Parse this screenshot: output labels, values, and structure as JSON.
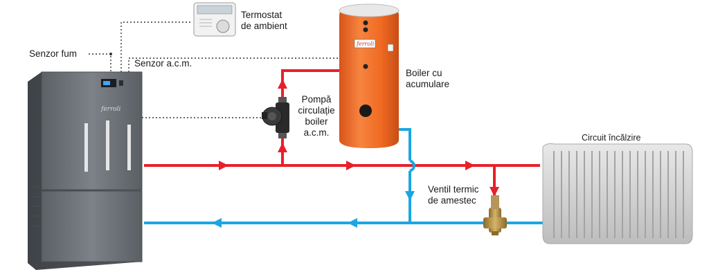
{
  "labels": {
    "senzor_fum": "Senzor fum",
    "termostat_line1": "Termostat",
    "termostat_line2": "de ambient",
    "senzor_acm": "Senzor a.c.m.",
    "boiler_line1": "Boiler cu",
    "boiler_line2": "acumulare",
    "pompa_line1": "Pompă",
    "pompa_line2": "circulație",
    "pompa_line3": "boiler",
    "pompa_line4": "a.c.m.",
    "circuit": "Circuit încălzire",
    "ventil_line1": "Ventil termic",
    "ventil_line2": "de amestec"
  },
  "brand": "ferroli",
  "colors": {
    "hot_pipe": "#e8202a",
    "cold_pipe": "#1ba6e3",
    "boiler_body": "#f26a21",
    "boiler_cap": "#d9d9d9",
    "unit_body": "#6f747a",
    "radiator": "#d4d4d4",
    "sensor_line": "#333333"
  },
  "icons": [
    "thermostat-icon",
    "boiler-unit-icon",
    "storage-boiler-icon",
    "pump-icon",
    "mixing-valve-icon",
    "radiator-icon"
  ]
}
